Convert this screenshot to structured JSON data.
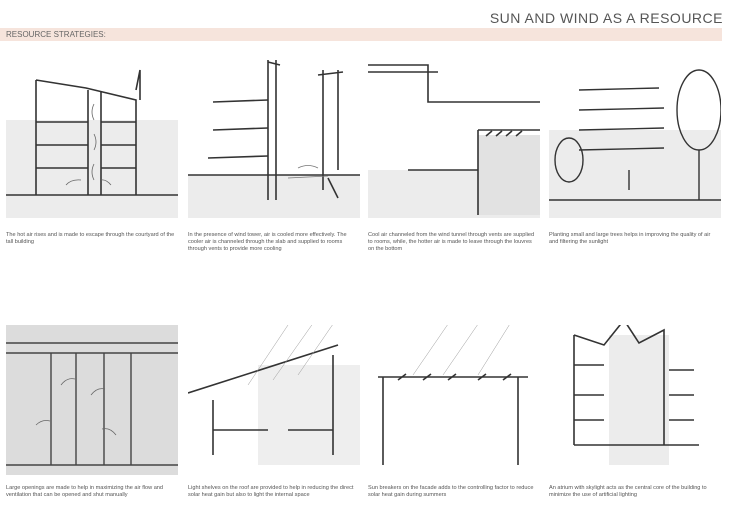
{
  "title": "SUN AND WIND AS A RESOURCE",
  "section_label": "RESOURCE STRATEGIES:",
  "captions": [
    "The hot air rises and is made to escape through the courtyard of the tall building",
    "In the presence of wind tower, air is cooled more effectively. The cooler air is channeled through the slab and supplied to rooms through vents to provide more cooling",
    "Cool air channeled from the wind tunnel through vents are supplied to rooms, while, the hotter air is made to leave through the louvres on the bottom",
    "Planting small and large trees helps in improving the quality of air and filtering the sunlight",
    "Large openings are made to help in maximizing the air flow and ventilation that can be opened and shut manually",
    "Light shelves on the roof are provided to help in reducing the direct solar heat gain but also to light the internal space",
    "Sun breakers on the facade adds to the controlling factor to reduce solar heat gain during summers",
    "An atrium with skylight acts as the central core of the building to minimize the use of artificial lighting"
  ]
}
